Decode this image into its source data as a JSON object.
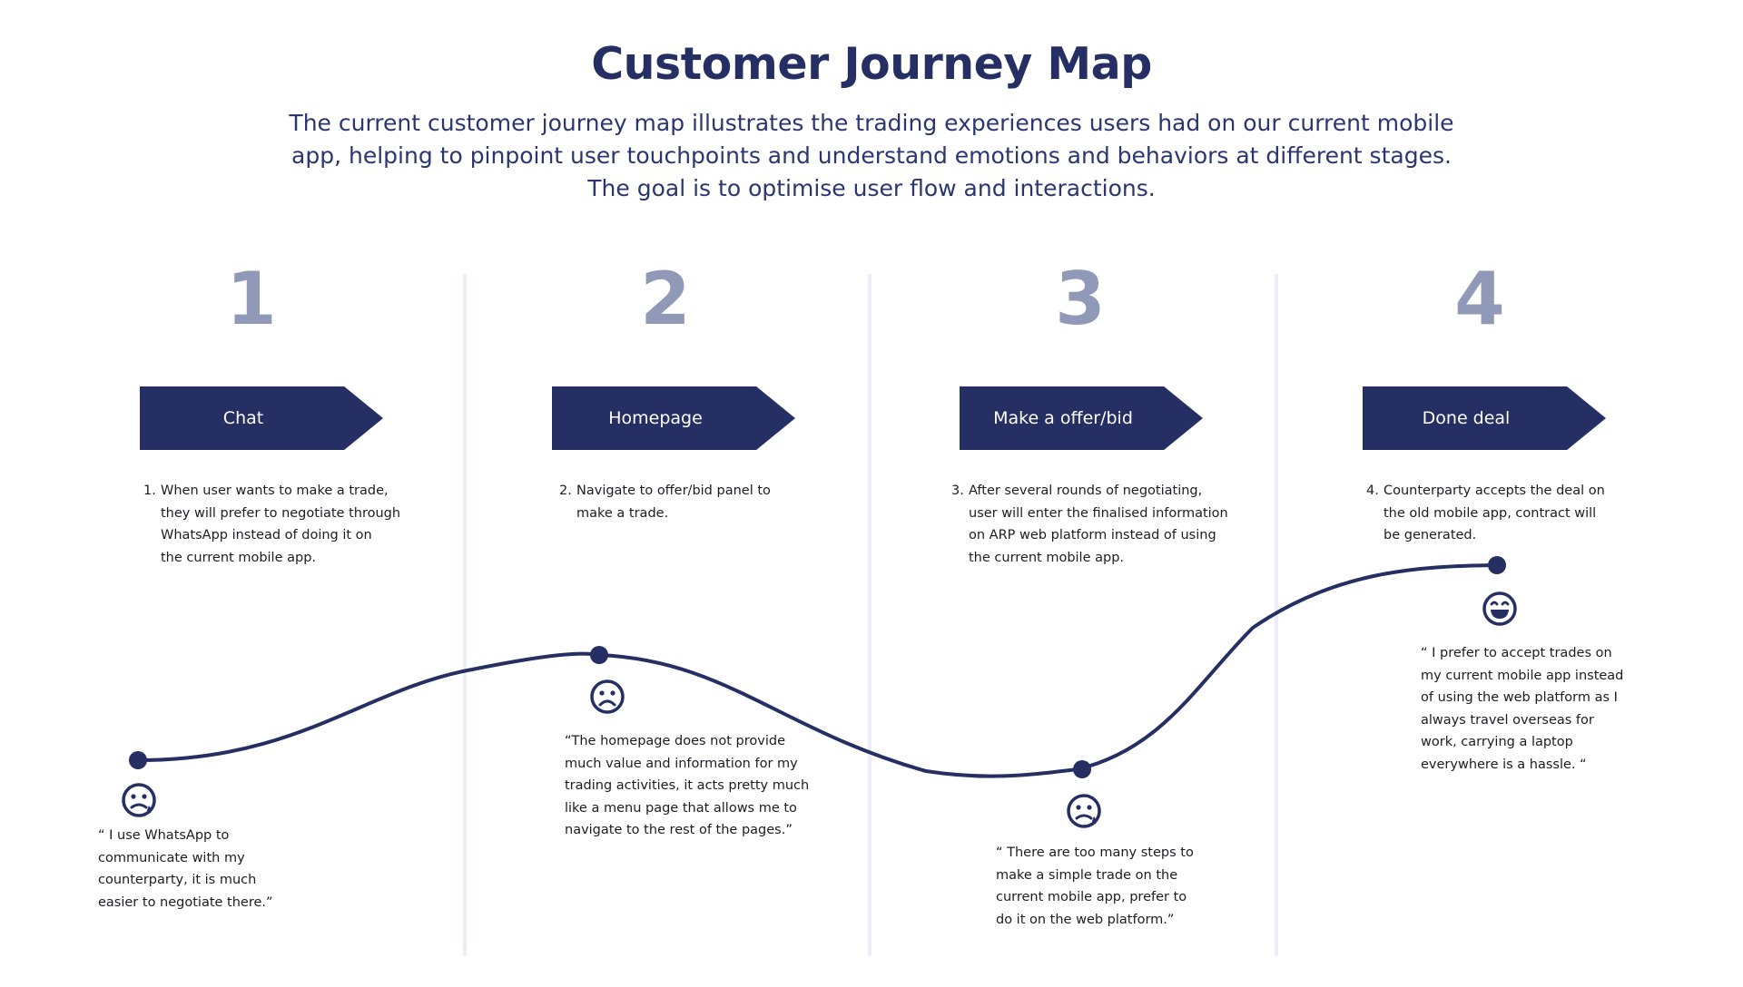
{
  "header": {
    "title": "Customer Journey Map",
    "subtitle_lines": [
      "The current customer journey map illustrates the trading experiences users had on our current mobile",
      "app, helping to pinpoint user touchpoints and understand emotions and behaviors at different stages.",
      "The goal is to optimise user flow and interactions."
    ]
  },
  "stages": [
    {
      "number": "1",
      "label": "Chat",
      "step_number": "1.",
      "step_lines": [
        "When user wants to make a trade,",
        "they will prefer to negotiate through",
        "WhatsApp instead of doing it on",
        "the current mobile app."
      ],
      "quote_lines": [
        "“ I use WhatsApp to",
        "communicate with my",
        "counterparty, it is much",
        "easier to negotiate there.”"
      ],
      "emotion": "sad-sweat-face-icon"
    },
    {
      "number": "2",
      "label": "Homepage",
      "step_number": "2.",
      "step_lines": [
        "Navigate to offer/bid panel to",
        "make a trade."
      ],
      "quote_lines": [
        "“The homepage does not provide",
        "much value and information for my",
        "trading activities, it acts pretty much",
        "like a menu page that allows me to",
        "navigate to the rest of the pages.”"
      ],
      "emotion": "frowning-face-icon"
    },
    {
      "number": "3",
      "label": "Make a offer/bid",
      "step_number": "3.",
      "step_lines": [
        "After several rounds of negotiating,",
        "user will enter the finalised information",
        "on ARP web platform instead of using",
        "the current mobile app."
      ],
      "quote_lines": [
        "“ There are too many steps to",
        "make a simple trade on the",
        "current mobile app, prefer to",
        "do it on the web platform.”"
      ],
      "emotion": "sad-sweat-face-icon"
    },
    {
      "number": "4",
      "label": "Done deal",
      "step_number": "4.",
      "step_lines": [
        "Counterparty accepts the deal on",
        "the old mobile app, contract will",
        "be generated."
      ],
      "quote_lines": [
        "“ I prefer to accept trades on",
        "my current mobile app instead",
        "of using the web platform as I",
        "always travel overseas for",
        "work, carrying a laptop",
        "everywhere is a hassle. “"
      ],
      "emotion": "grinning-face-icon"
    }
  ],
  "colors": {
    "primary": "#252f63",
    "stage_number": "#9199b9",
    "divider": "#eceef5",
    "body_text": "#1c1c24"
  }
}
